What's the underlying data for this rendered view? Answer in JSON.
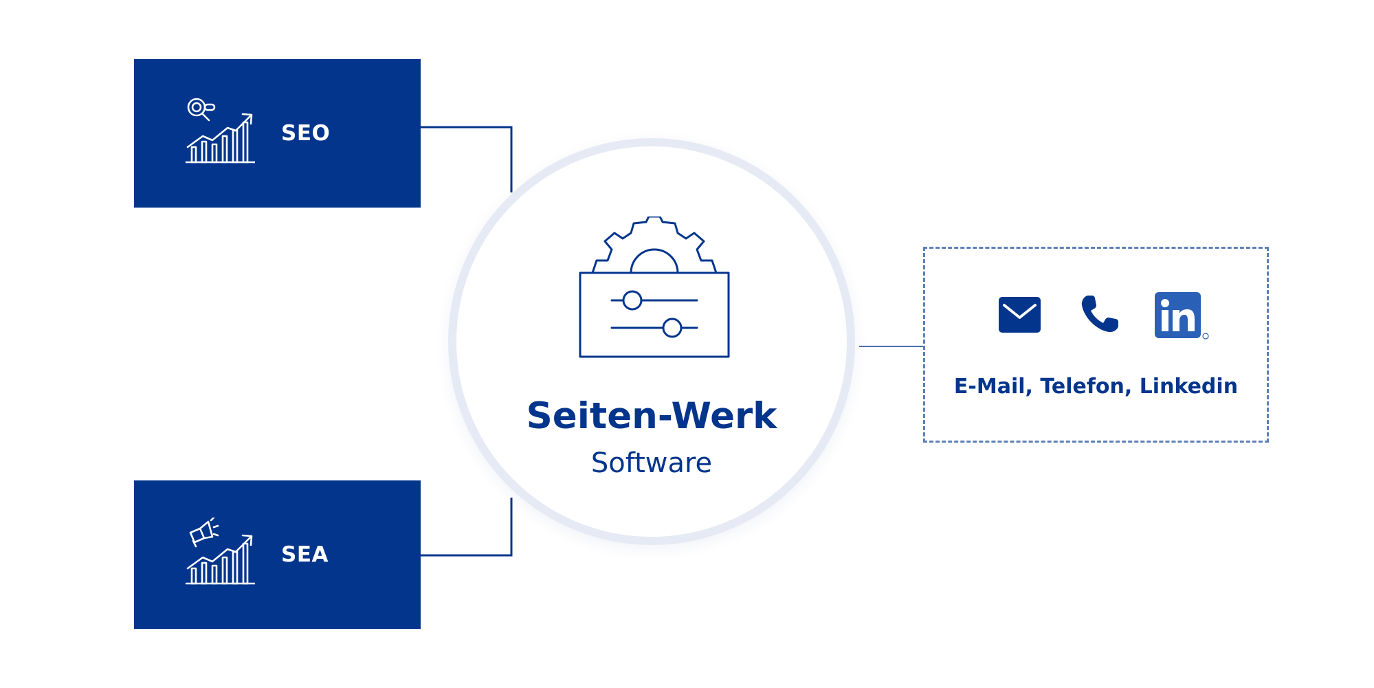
{
  "colors": {
    "primary": "#03358c",
    "hub_ring": "#e6eaf4",
    "dashed_border": "#5c7fb8",
    "background": "#ffffff"
  },
  "nodes": {
    "seo": {
      "label": "SEO",
      "icon": "search-growth-chart-icon"
    },
    "sea": {
      "label": "SEA",
      "icon": "megaphone-growth-chart-icon"
    },
    "hub": {
      "title": "Seiten-Werk",
      "subtitle": "Software",
      "icon": "gear-sliders-icon"
    },
    "contact": {
      "label": "E-Mail, Telefon, Linkedin",
      "icons": [
        "mail-icon",
        "phone-icon",
        "linkedin-icon"
      ]
    }
  }
}
